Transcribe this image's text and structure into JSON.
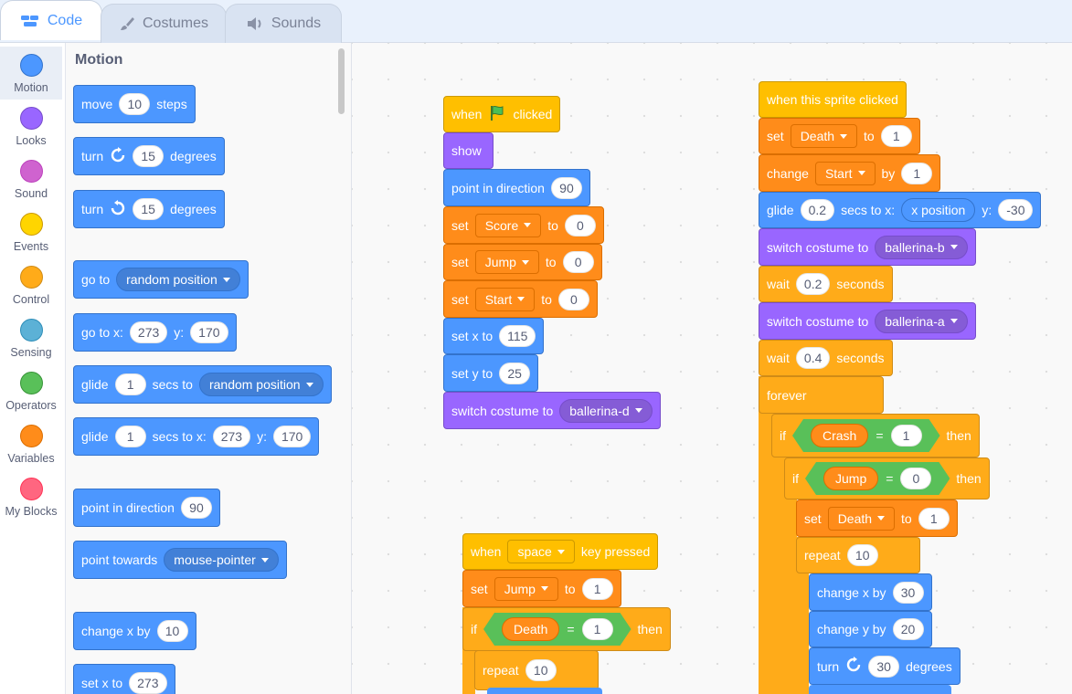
{
  "tabs": {
    "code": "Code",
    "costumes": "Costumes",
    "sounds": "Sounds"
  },
  "colors": {
    "motion": "#4c97ff",
    "looks": "#9966ff",
    "sound": "#cf63cf",
    "events": "#ffbf00",
    "control": "#ffab19",
    "sensing": "#5cb1d6",
    "operators": "#59c059",
    "variables": "#ff8c1a",
    "myblocks": "#ff6680"
  },
  "categories": [
    {
      "label": "Motion",
      "color": "#4c97ff"
    },
    {
      "label": "Looks",
      "color": "#9966ff"
    },
    {
      "label": "Sound",
      "color": "#cf63cf"
    },
    {
      "label": "Events",
      "color": "#ffbf00"
    },
    {
      "label": "Control",
      "color": "#ffab19"
    },
    {
      "label": "Sensing",
      "color": "#5cb1d6"
    },
    {
      "label": "Operators",
      "color": "#59c059"
    },
    {
      "label": "Variables",
      "color": "#ff8c1a"
    },
    {
      "label": "My Blocks",
      "color": "#ff6680"
    }
  ],
  "palette": {
    "title": "Motion",
    "move": {
      "pre": "move",
      "val": "10",
      "post": "steps"
    },
    "turn_right": {
      "pre": "turn",
      "val": "15",
      "post": "degrees"
    },
    "turn_left": {
      "pre": "turn",
      "val": "15",
      "post": "degrees"
    },
    "go_to": {
      "pre": "go to",
      "menu": "random position"
    },
    "go_to_xy": {
      "pre": "go to x:",
      "x": "273",
      "ylabel": "y:",
      "y": "170"
    },
    "glide_to": {
      "pre": "glide",
      "secs": "1",
      "mid": "secs to",
      "menu": "random position"
    },
    "glide_xy": {
      "pre": "glide",
      "secs": "1",
      "mid": "secs to x:",
      "x": "273",
      "ylabel": "y:",
      "y": "170"
    },
    "point_dir": {
      "pre": "point in direction",
      "val": "90"
    },
    "point_towards": {
      "pre": "point towards",
      "menu": "mouse-pointer"
    },
    "change_x": {
      "pre": "change x by",
      "val": "10"
    },
    "set_x": {
      "pre": "set x to",
      "val": "273"
    }
  },
  "script1": {
    "hat": {
      "pre": "when",
      "post": "clicked"
    },
    "show": "show",
    "point": {
      "pre": "point in direction",
      "val": "90"
    },
    "set_score": {
      "pre": "set",
      "var": "Score",
      "to": "to",
      "val": "0"
    },
    "set_jump": {
      "pre": "set",
      "var": "Jump",
      "to": "to",
      "val": "0"
    },
    "set_start": {
      "pre": "set",
      "var": "Start",
      "to": "to",
      "val": "0"
    },
    "set_x": {
      "pre": "set x to",
      "val": "115"
    },
    "set_y": {
      "pre": "set y to",
      "val": "25"
    },
    "costume": {
      "pre": "switch costume to",
      "menu": "ballerina-d"
    }
  },
  "script2": {
    "hat": {
      "pre": "when",
      "key": "space",
      "post": "key pressed"
    },
    "set_jump": {
      "pre": "set",
      "var": "Jump",
      "to": "to",
      "val": "1"
    },
    "if": {
      "pre": "if",
      "reporter": "Death",
      "op": "=",
      "val": "1",
      "post": "then"
    },
    "repeat": {
      "pre": "repeat",
      "val": "10"
    }
  },
  "script3": {
    "hat": "when this sprite clicked",
    "set_death": {
      "pre": "set",
      "var": "Death",
      "to": "to",
      "val": "1"
    },
    "change_start": {
      "pre": "change",
      "var": "Start",
      "by": "by",
      "val": "1"
    },
    "glide": {
      "pre": "glide",
      "secs": "0.2",
      "mid": "secs to x:",
      "reporter": "x position",
      "ylabel": "y:",
      "y": "-30"
    },
    "costume_b": {
      "pre": "switch costume to",
      "menu": "ballerina-b"
    },
    "wait1": {
      "pre": "wait",
      "val": "0.2",
      "post": "seconds"
    },
    "costume_a": {
      "pre": "switch costume to",
      "menu": "ballerina-a"
    },
    "wait2": {
      "pre": "wait",
      "val": "0.4",
      "post": "seconds"
    },
    "forever": "forever",
    "if_crash": {
      "pre": "if",
      "reporter": "Crash",
      "op": "=",
      "val": "1",
      "post": "then"
    },
    "if_jump": {
      "pre": "if",
      "reporter": "Jump",
      "op": "=",
      "val": "0",
      "post": "then"
    },
    "repeat": {
      "pre": "repeat",
      "val": "10"
    },
    "change_x": {
      "pre": "change x by",
      "val": "30"
    },
    "change_y": {
      "pre": "change y by",
      "val": "20"
    },
    "turn": {
      "pre": "turn",
      "val": "30",
      "post": "degrees"
    }
  }
}
